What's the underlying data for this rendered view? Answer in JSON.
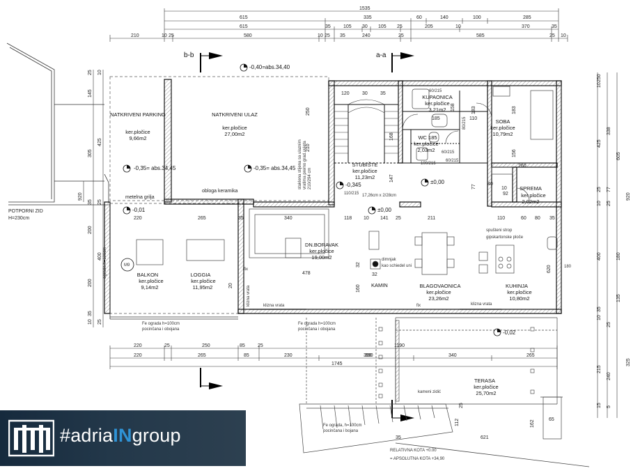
{
  "top_dimensions": {
    "overall": "1535",
    "row1": [
      "615",
      "335",
      "60",
      "140",
      "100",
      "285"
    ],
    "row2": [
      "615",
      "35",
      "105",
      "30",
      "105",
      "25",
      "205",
      "10",
      "370",
      "35"
    ],
    "row3": [
      "210",
      "10",
      "25",
      "580",
      "10",
      "25",
      "35",
      "240",
      "25",
      "585",
      "25",
      "10"
    ]
  },
  "bottom_dimensions": {
    "row1": [
      "220",
      "25",
      "250",
      "85",
      "25",
      "1190"
    ],
    "row2": [
      "220",
      "265",
      "85",
      "230",
      "390",
      "340",
      "265"
    ],
    "total": "1745"
  },
  "left_dimensions": [
    "25",
    "10",
    "145",
    "305",
    "425",
    "35",
    "920",
    "25",
    "200",
    "400",
    "200",
    "35",
    "10",
    "25"
  ],
  "right_dimensions": [
    "250",
    "10",
    "338",
    "425",
    "605",
    "25",
    "77",
    "10",
    "920",
    "25",
    "400",
    "180",
    "135",
    "35",
    "10",
    "25",
    "215",
    "240",
    "325",
    "15",
    "5"
  ],
  "section_marks": [
    "b-b",
    "a-a"
  ],
  "levels": {
    "top": "-0,40=abs.34,40",
    "parking": "-0,35= abs.34,45",
    "entrance": "-0,35= abs.34,45",
    "balcony": "-0,01",
    "stairs": "-0,345",
    "hall": "±0,00",
    "living": "±0,00",
    "terrace": "-0,02"
  },
  "rooms": [
    {
      "name": "NATKRIVENI PARKING",
      "finish": "ker.pločice",
      "area": "9,66m2"
    },
    {
      "name": "NATKRIVENI ULAZ",
      "finish": "ker.pločice",
      "area": "27,00m2"
    },
    {
      "name": "KUPAONICA",
      "finish": "ker.pločice",
      "area": "3,21m2"
    },
    {
      "name": "SOBA",
      "finish": "ker.pločice",
      "area": "10,79m2"
    },
    {
      "name": "WC 185",
      "finish": "ker.pločice",
      "area": "2,03m2"
    },
    {
      "name": "STUBIŠTE",
      "finish": "ker.pločice",
      "area": "11,23m2"
    },
    {
      "name": "SPREMA",
      "finish": "ker.pločice",
      "area": "2,02m2"
    },
    {
      "name": "DN.BORAVAK",
      "finish": "ker.pločice",
      "area": "19,00m2"
    },
    {
      "name": "BALKON",
      "finish": "ker.pločice",
      "area": "9,14m2"
    },
    {
      "name": "LOGGIA",
      "finish": "ker.pločice",
      "area": "11,95m2"
    },
    {
      "name": "BLAGOVAONICA",
      "finish": "ker.pločice",
      "area": "23,26m2"
    },
    {
      "name": "KUHINJA",
      "finish": "ker.pločice",
      "area": "10,80m2"
    },
    {
      "name": "TERASA",
      "finish": "ker.pločice",
      "area": "25,70m2"
    }
  ],
  "labels": {
    "retaining_wall": "POTPORNI ZID",
    "retaining_wall_height": "H=230cm",
    "metal_grate": "metelna grilja",
    "ceramic_lining": "obloga keramika",
    "wall_note": [
      "staklena stijena sa ulaznim",
      "vratima premo grad.uvjeta",
      "210/294 cm"
    ],
    "stair_note": "17,26cm x 2/28cm",
    "stair_size": "110/215",
    "chimney": "dimnjak",
    "chimney_model": "kao schiedel uni",
    "fireplace": "KAMIN",
    "ceiling": "spušteni strop",
    "ceiling_material": "gipskartonske ploče",
    "sliding_door": "klizna vrata",
    "fix": "fix",
    "fence_1": "Fe ograda h=100cm",
    "fence_1b": "pocinčana i obojana",
    "fence_2": "Fe ograda h=100cm",
    "fence_2b": "pocinčana i obojana",
    "fence_3": "Fe ograda, h=100cm",
    "fence_3b": "pocinčana i bojana",
    "stone_wall": "kameni zidić",
    "railing_balcony": "ograda h=100cm",
    "m9": "M9",
    "relative": "RELATIVNA KOTA +0.00",
    "absolute": "= APSOLUTNA KOTA +34,90",
    "door_dims": [
      "60/215",
      "60/215",
      "60/215",
      "80/215",
      "100/215",
      "180"
    ]
  },
  "inner_dimensions": [
    "220",
    "265",
    "35",
    "340",
    "118",
    "10",
    "141",
    "25",
    "211",
    "110",
    "60",
    "80",
    "35",
    "478",
    "160",
    "32",
    "32",
    "250",
    "210",
    "147",
    "77",
    "185",
    "183",
    "158",
    "168",
    "120",
    "30",
    "35",
    "10",
    "92",
    "40",
    "260",
    "110",
    "156",
    "183",
    "20",
    "620",
    "390",
    "35",
    "112",
    "65",
    "621",
    "162",
    "25"
  ],
  "logo": {
    "prefix": "#adria",
    "highlight": "IN",
    "suffix": "group"
  },
  "colors": {
    "line": "#111111",
    "logo_band": "#1e3244",
    "logo_accent": "#2f93d6"
  }
}
